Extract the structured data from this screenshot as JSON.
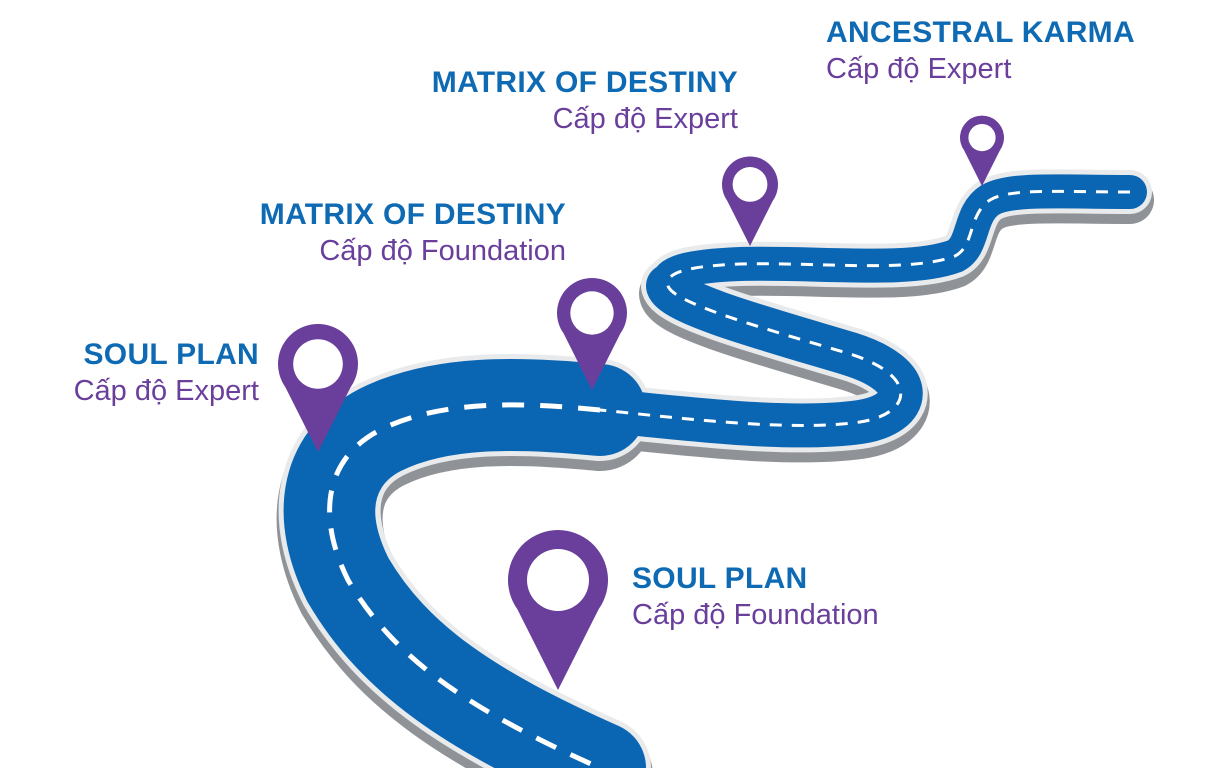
{
  "colors": {
    "road": "#0a65b3",
    "road_edge": "#8f9296",
    "road_edge_light": "#e8eaec",
    "lane_marking": "#ffffff",
    "pin": "#6a3f9c",
    "title_text": "#0f6ab4",
    "subtitle_text": "#6a3f9c"
  },
  "milestones": [
    {
      "id": "soul-plan-foundation",
      "title": "SOUL PLAN",
      "level": "Cấp độ Foundation",
      "icon": "map-pin-icon"
    },
    {
      "id": "soul-plan-expert",
      "title": "SOUL PLAN",
      "level": "Cấp độ Expert",
      "icon": "map-pin-icon"
    },
    {
      "id": "matrix-of-destiny-foundation",
      "title": "MATRIX OF DESTINY",
      "level": "Cấp độ Foundation",
      "icon": "map-pin-icon"
    },
    {
      "id": "matrix-of-destiny-expert",
      "title": "MATRIX OF DESTINY",
      "level": "Cấp độ Expert",
      "icon": "map-pin-icon"
    },
    {
      "id": "ancestral-karma-expert",
      "title": "ANCESTRAL KARMA",
      "level": "Cấp độ Expert",
      "icon": "map-pin-icon"
    }
  ]
}
